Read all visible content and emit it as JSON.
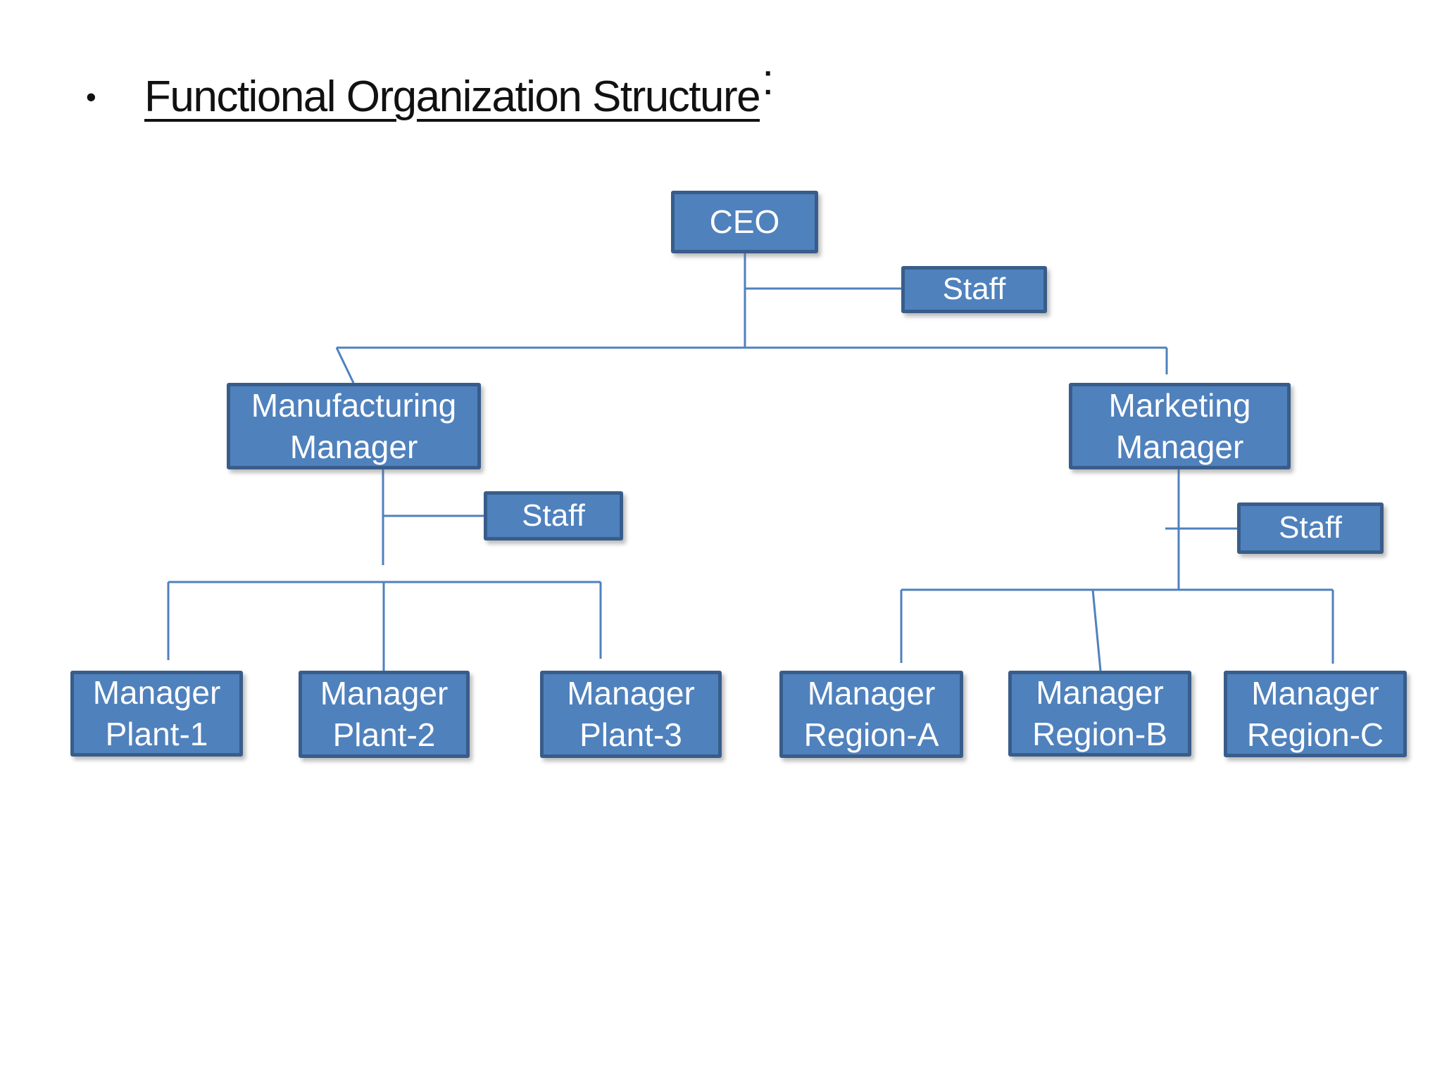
{
  "title": {
    "bullet": "•",
    "text": "Functional Organization Structure",
    "colon": ":"
  },
  "colors": {
    "background": "#ffffff",
    "title_text": "#111111",
    "box_fill": "#4f81bd",
    "box_border": "#385d8a",
    "box_text": "#ffffff",
    "connector": "#4f81bd"
  },
  "org_chart": {
    "nodes": {
      "ceo": {
        "label": "CEO"
      },
      "staff_ceo": {
        "label": "Staff"
      },
      "mfg": {
        "line1": "Manufacturing",
        "line2": "Manager"
      },
      "mkt": {
        "line1": "Marketing",
        "line2": "Manager"
      },
      "staff_mfg": {
        "label": "Staff"
      },
      "staff_mkt": {
        "label": "Staff"
      },
      "plant1": {
        "line1": "Manager",
        "line2": "Plant-1"
      },
      "plant2": {
        "line1": "Manager",
        "line2": "Plant-2"
      },
      "plant3": {
        "line1": "Manager",
        "line2": "Plant-3"
      },
      "regionA": {
        "line1": "Manager",
        "line2": "Region-A"
      },
      "regionB": {
        "line1": "Manager",
        "line2": "Region-B"
      },
      "regionC": {
        "line1": "Manager",
        "line2": "Region-C"
      }
    },
    "hierarchy_note": "CEO > (Staff); CEO > Manufacturing Manager > (Staff) > Manager Plant-1, Manager Plant-2, Manager Plant-3; CEO > Marketing Manager > (Staff) > Manager Region-A, Manager Region-B, Manager Region-C"
  }
}
